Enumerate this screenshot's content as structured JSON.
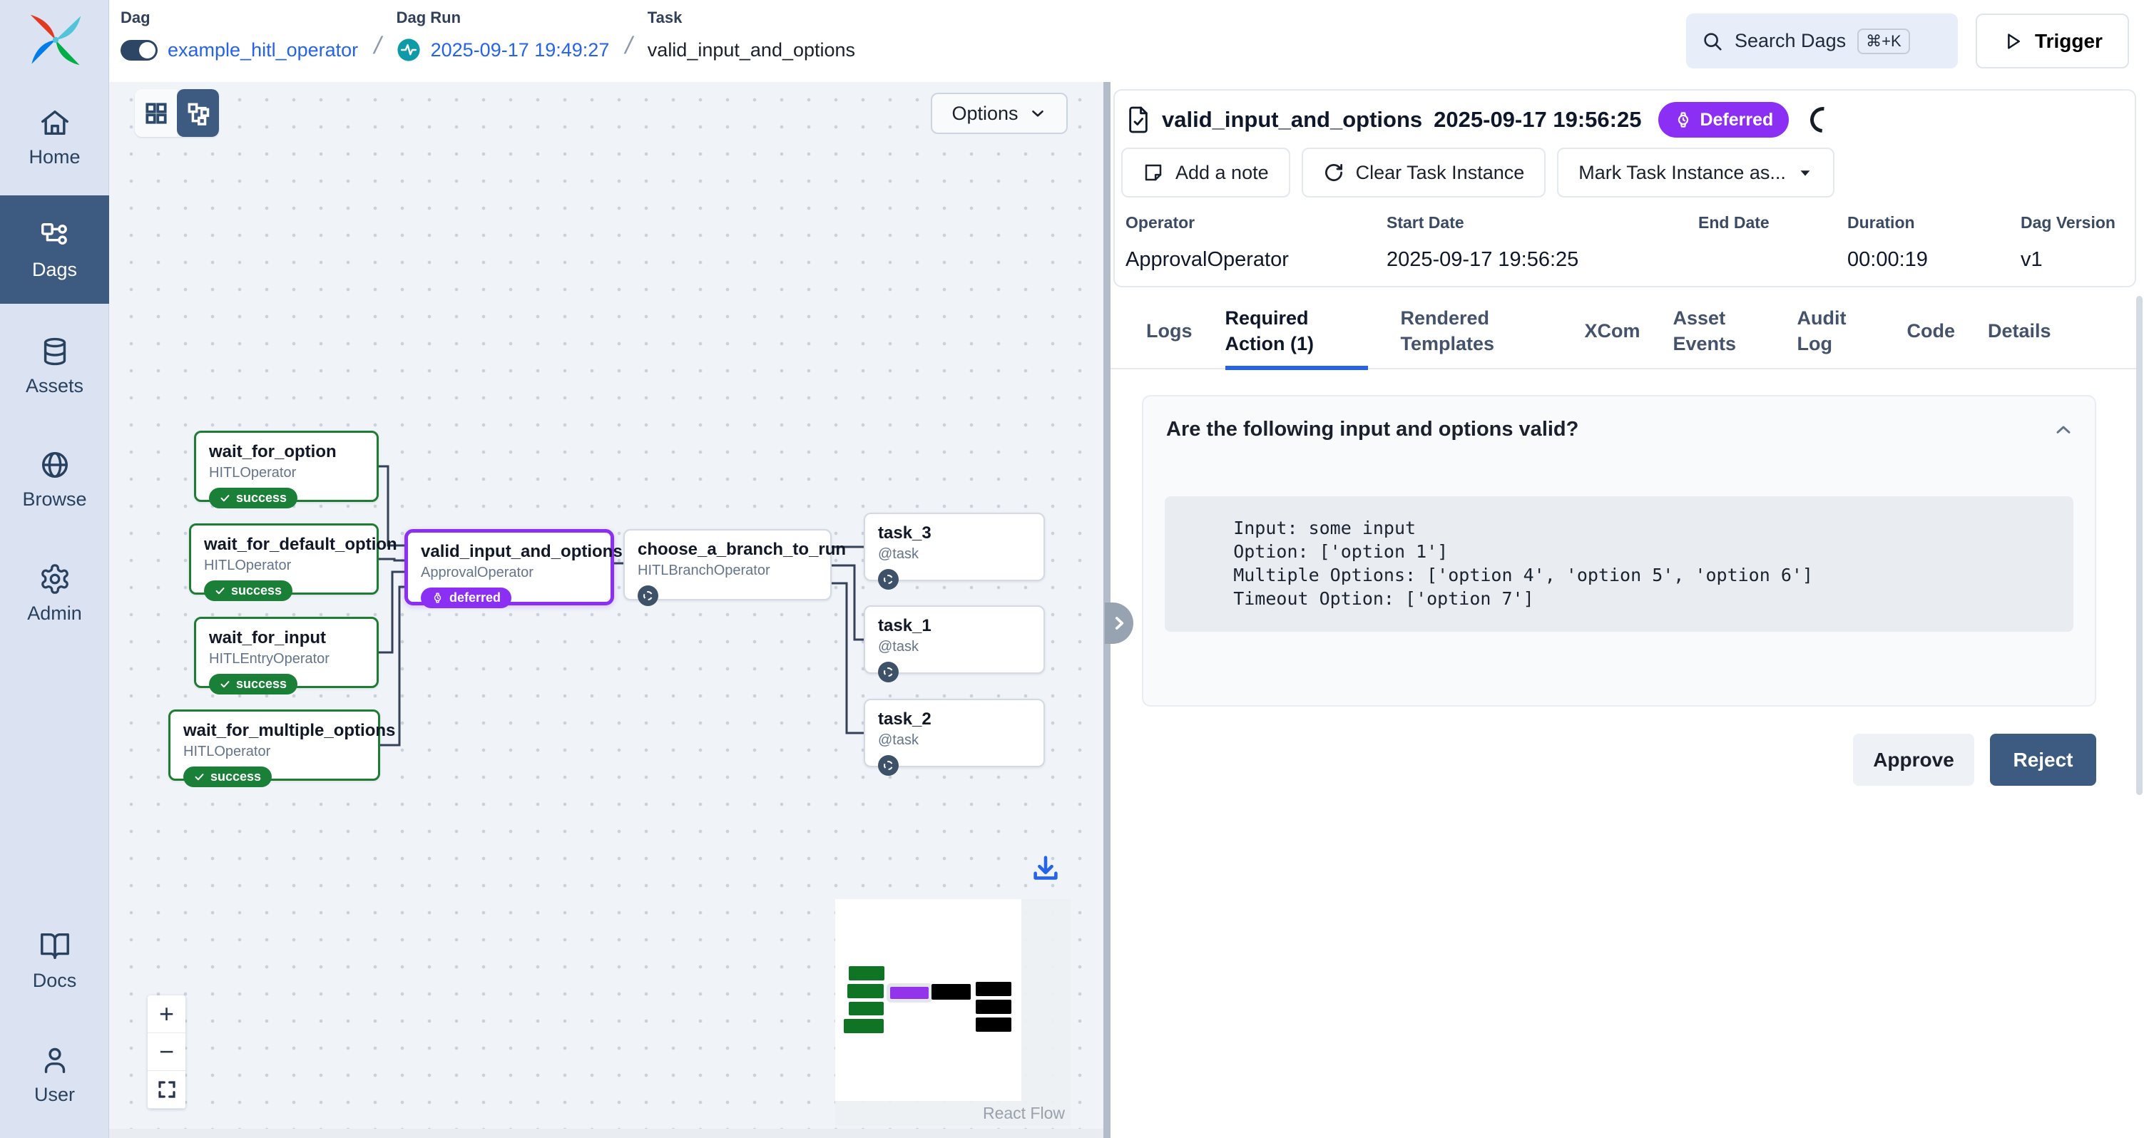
{
  "colors": {
    "nav_active": "#3d5a80",
    "link_blue": "#2563eb",
    "success_green": "#1a7f37",
    "deferred_purple": "#8b2ff5",
    "dagrun_teal": "#0e9aa7",
    "tab_underline": "#2563eb"
  },
  "sidebar": {
    "items": [
      {
        "label": "Home"
      },
      {
        "label": "Dags"
      },
      {
        "label": "Assets"
      },
      {
        "label": "Browse"
      },
      {
        "label": "Admin"
      }
    ],
    "bottom_items": [
      {
        "label": "Docs"
      },
      {
        "label": "User"
      }
    ]
  },
  "breadcrumb": {
    "separator": "/",
    "dag_label": "Dag",
    "dag_value": "example_hitl_operator",
    "dag_run_label": "Dag Run",
    "dag_run_value": "2025-09-17 19:49:27",
    "task_label": "Task",
    "task_value": "valid_input_and_options"
  },
  "topbar": {
    "search_placeholder": "Search Dags",
    "search_shortcut": "⌘+K",
    "trigger_label": "Trigger"
  },
  "graph": {
    "options_label": "Options",
    "attribution": "React Flow",
    "nodes": [
      {
        "title": "wait_for_option",
        "subtitle": "HITLOperator",
        "status": "success"
      },
      {
        "title": "wait_for_default_option",
        "subtitle": "HITLOperator",
        "status": "success"
      },
      {
        "title": "wait_for_input",
        "subtitle": "HITLEntryOperator",
        "status": "success"
      },
      {
        "title": "wait_for_multiple_options",
        "subtitle": "HITLOperator",
        "status": "success"
      },
      {
        "title": "valid_input_and_options",
        "subtitle": "ApprovalOperator",
        "status": "deferred"
      },
      {
        "title": "choose_a_branch_to_run",
        "subtitle": "HITLBranchOperator",
        "status": ""
      },
      {
        "title": "task_3",
        "subtitle": "@task",
        "status": ""
      },
      {
        "title": "task_1",
        "subtitle": "@task",
        "status": ""
      },
      {
        "title": "task_2",
        "subtitle": "@task",
        "status": ""
      }
    ]
  },
  "panel": {
    "title": "valid_input_and_options",
    "timestamp": "2025-09-17 19:56:25",
    "status_badge": "Deferred",
    "buttons": {
      "add_note": "Add a note",
      "clear_task": "Clear Task Instance",
      "mark_as": "Mark Task Instance as..."
    },
    "meta": [
      {
        "label": "Operator",
        "value": "ApprovalOperator"
      },
      {
        "label": "Start Date",
        "value": "2025-09-17 19:56:25"
      },
      {
        "label": "End Date",
        "value": ""
      },
      {
        "label": "Duration",
        "value": "00:00:19"
      },
      {
        "label": "Dag Version",
        "value": "v1"
      }
    ],
    "tabs": [
      "Logs",
      "Required Action (1)",
      "Rendered Templates",
      "XCom",
      "Asset Events",
      "Audit Log",
      "Code",
      "Details"
    ],
    "required_action": {
      "question": "Are the following input and options valid?",
      "code_text": "    Input: some input\n    Option: ['option 1']\n    Multiple Options: ['option 4', 'option 5', 'option 6']\n    Timeout Option: ['option 7']"
    },
    "approve_label": "Approve",
    "reject_label": "Reject"
  }
}
